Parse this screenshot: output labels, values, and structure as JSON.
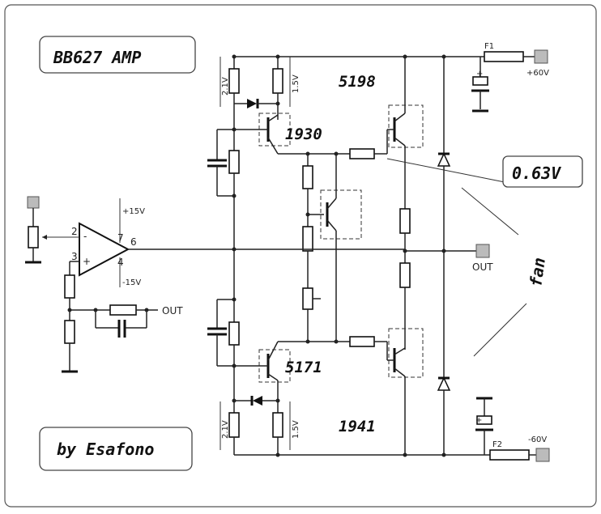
{
  "title": "BB627 AMP",
  "author": "by Esafono",
  "note_voltage": "0.63V",
  "note_fan": "fan",
  "transistors": {
    "q_top_driver": "1930",
    "q_top_output": "5198",
    "q_bottom_driver": "5171",
    "q_bottom_output": "1941"
  },
  "fuses": {
    "top": "F1",
    "bottom": "F2"
  },
  "supplies": {
    "positive": "+60V",
    "negative": "-60V",
    "opamp_pos": "+15V",
    "opamp_neg": "-15V"
  },
  "voltage_drops": {
    "top_left": "2.1V",
    "top_right": "1.5V",
    "bottom_left": "2.1V",
    "bottom_right": "1.5V"
  },
  "opamp_pins": {
    "p2": "2",
    "p3": "3",
    "p4": "4",
    "p6": "6",
    "p7": "7",
    "minus": "-",
    "plus": "+"
  },
  "outputs": {
    "feedback_out": "OUT",
    "main_out": "OUT"
  }
}
